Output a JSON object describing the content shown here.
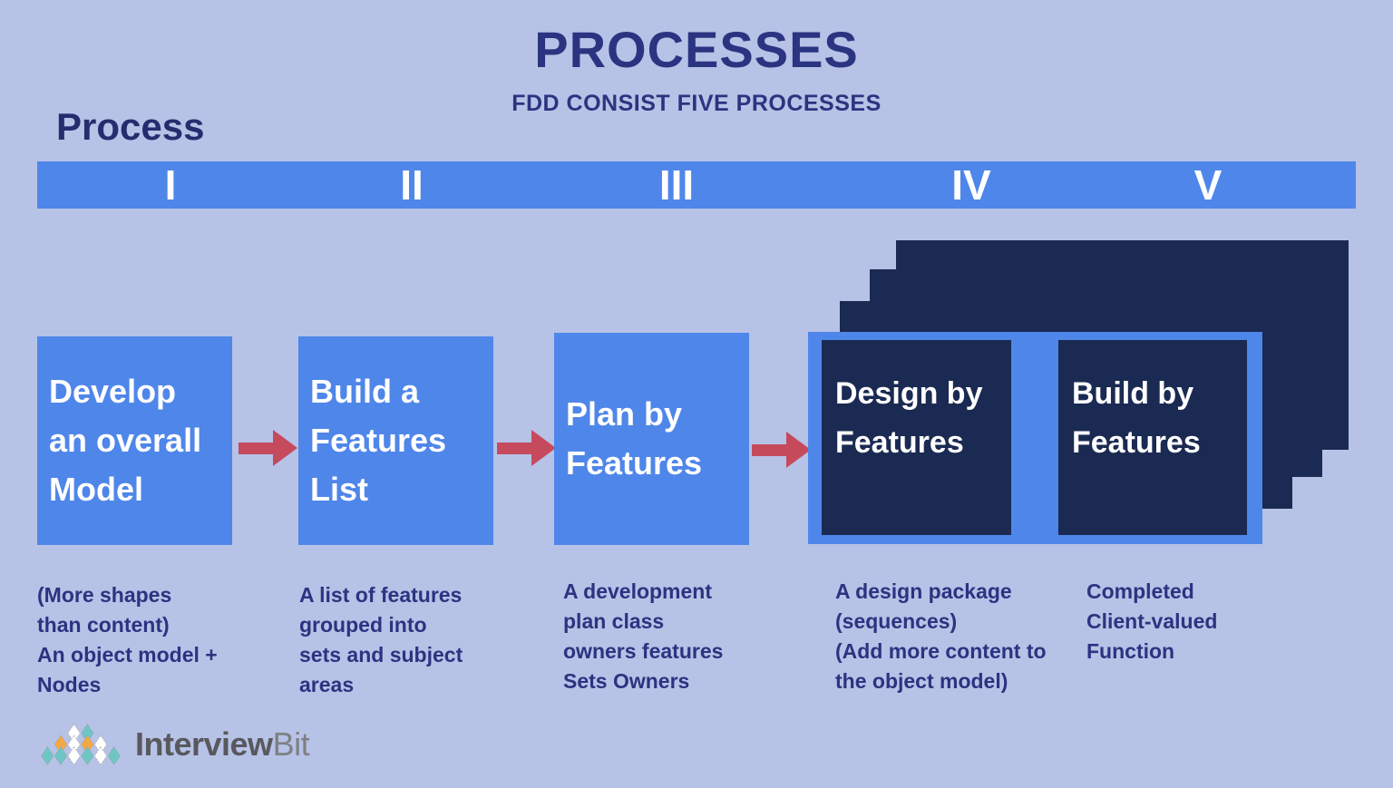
{
  "header": {
    "title": "PROCESSES",
    "subtitle": "FDD CONSIST FIVE PROCESSES"
  },
  "timeline": {
    "label": "Process",
    "numerals": [
      "I",
      "II",
      "III",
      "IV",
      "V"
    ]
  },
  "processes": [
    {
      "numeral": "I",
      "title": "Develop\nan overall\nModel",
      "description": "(More shapes\nthan content)\nAn object model +\nNodes"
    },
    {
      "numeral": "II",
      "title": "Build a\nFeatures\nList",
      "description": "A list of features\ngrouped into\nsets and subject\nareas"
    },
    {
      "numeral": "III",
      "title": "Plan by\nFeatures",
      "description": "A development\nplan class\nowners features\nSets Owners"
    },
    {
      "numeral": "IV",
      "title": "Design by\nFeatures",
      "description": "A design package\n(sequences)\n(Add more content to\nthe object model)"
    },
    {
      "numeral": "V",
      "title": "Build by\nFeatures",
      "description": "Completed\nClient-valued\nFunction"
    }
  ],
  "logo": {
    "brand_bold": "Interview",
    "brand_light": "Bit"
  },
  "colors": {
    "background": "#b7c2e7",
    "accent_blue": "#4f86e9",
    "dark_navy": "#1b2a52",
    "arrow_red": "#c54a5c",
    "text_navy": "#2b3480",
    "logo_teal": "#6fc5c4",
    "logo_orange": "#f4a843"
  }
}
